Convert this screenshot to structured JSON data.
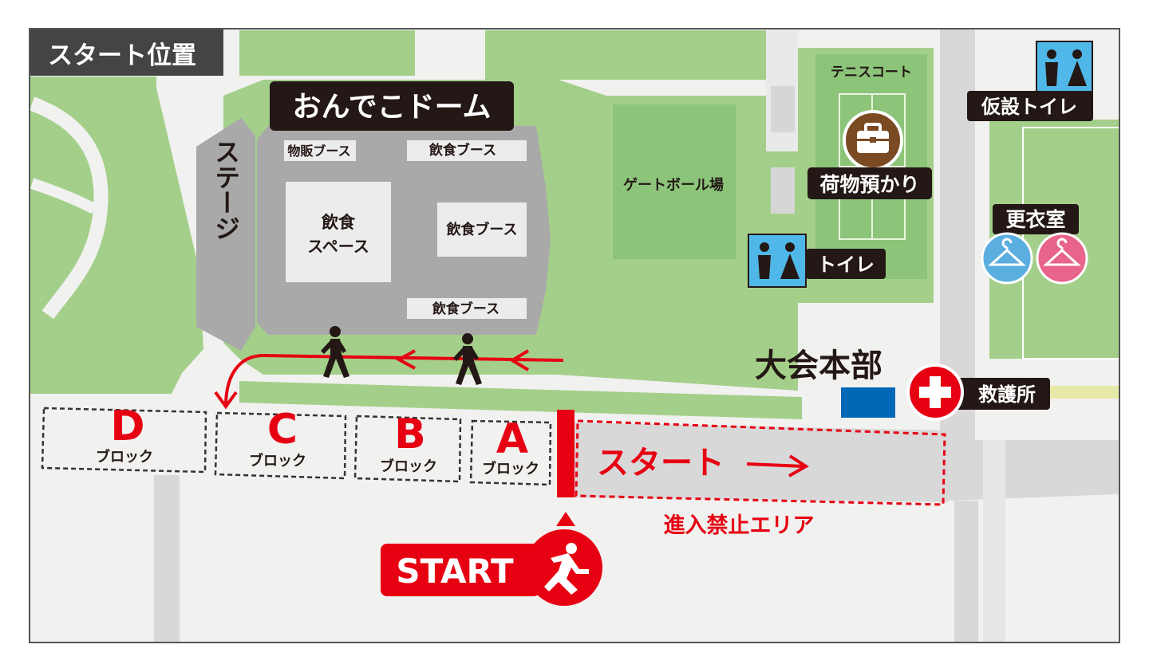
{
  "map": {
    "title": "スタート位置",
    "venue": "おんでこドーム",
    "stage": "ステージ",
    "booths": {
      "merch": "物販ブース",
      "food_top": "飲食ブース",
      "food_mid": "飲食ブース",
      "food_bottom": "飲食ブース"
    },
    "eating_space": [
      "飲食",
      "スペース"
    ],
    "gateball": "ゲートボール場",
    "tennis": "テニスコート",
    "luggage": "荷物預かり",
    "temp_toilet": "仮設トイレ",
    "toilet": "トイレ",
    "changing_room": "更衣室",
    "hq": "大会本部",
    "first_aid": "救護所",
    "blocks": [
      {
        "letter": "A",
        "label": "ブロック"
      },
      {
        "letter": "B",
        "label": "ブロック"
      },
      {
        "letter": "C",
        "label": "ブロック"
      },
      {
        "letter": "D",
        "label": "ブロック"
      }
    ],
    "start_lane": "スタート",
    "no_entry": "進入禁止エリア",
    "start_badge": "START",
    "colors": {
      "red": "#e60012",
      "park_green": "#a4cf8a",
      "field_green": "#8cc47a",
      "road_gray": "#d8d8d8",
      "dome_gray": "#a9a9a9",
      "icon_blue": "#4fb8e8",
      "label_dark": "#231815",
      "luggage_brown": "#7a4a22",
      "hanger_blue": "#5aaee0",
      "hanger_pink": "#e8648a",
      "hq_blue": "#0068b7"
    },
    "icons": [
      "walking-person-icon",
      "toilet-icon",
      "luggage-icon",
      "first-aid-icon",
      "hanger-icon",
      "runner-icon"
    ]
  }
}
